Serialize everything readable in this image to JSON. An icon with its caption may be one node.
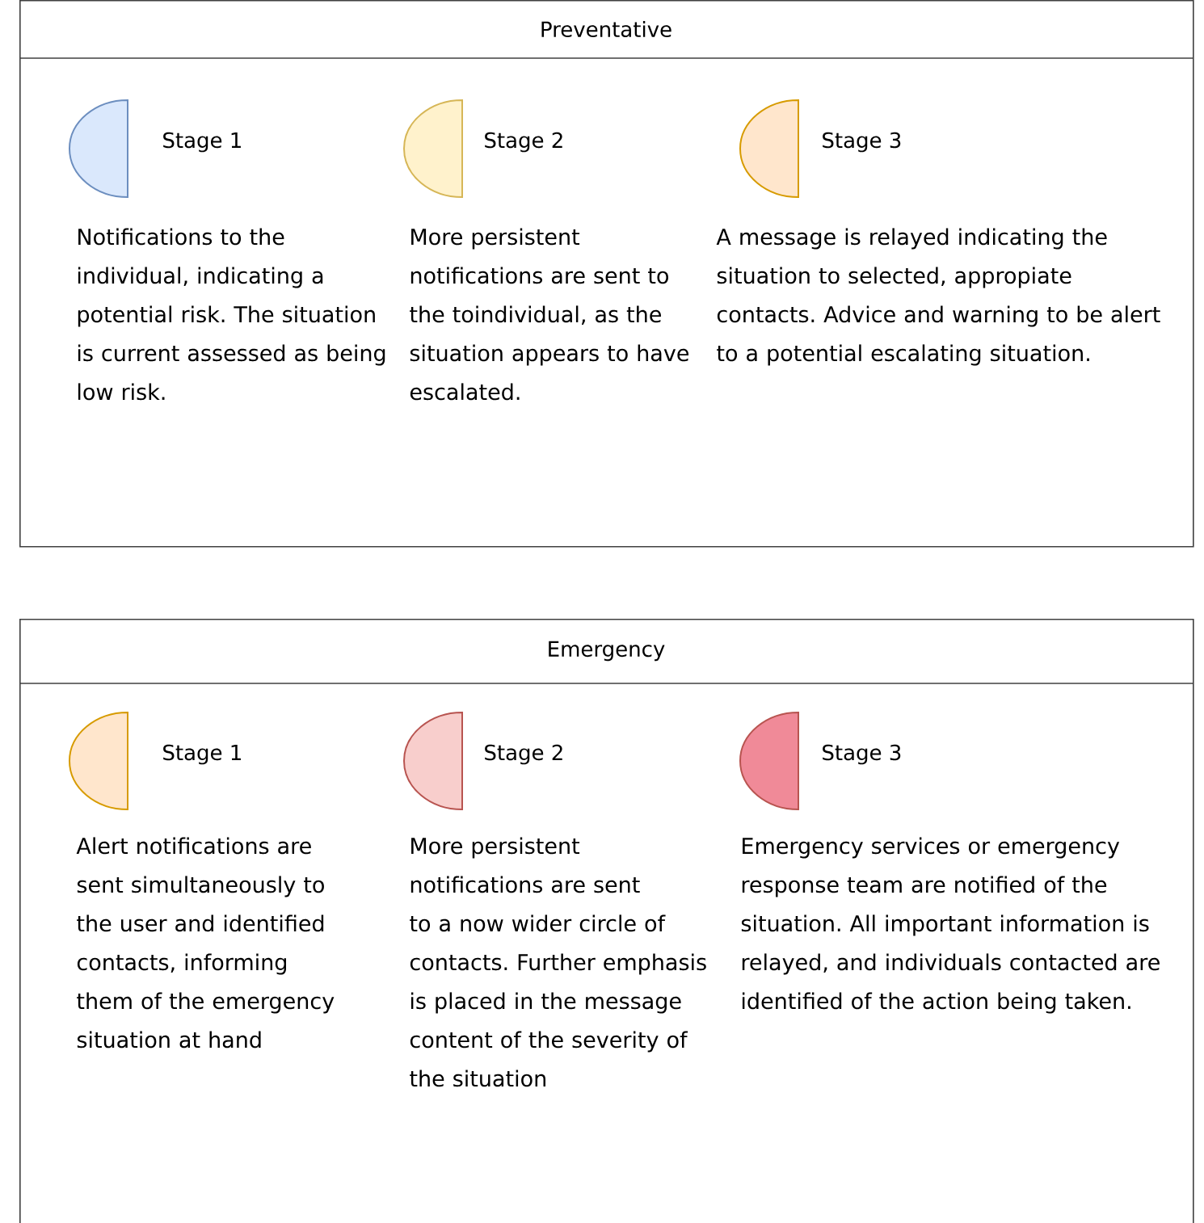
{
  "diagram": {
    "nodes": [
      {
        "text": [
          "Preventative"
        ]
      },
      {
        "text": [],
        "shape": "half-circle",
        "in": 0,
        "beside": [
          "Stage 1",
          "Notifications to the individual, indicating a potential risk. The situation is current assessed as being low risk."
        ]
      },
      {
        "text": [],
        "shape": "half-circle",
        "in": 0,
        "beside": [
          "Stage 2",
          "More persistent notifications are sent to the toindividual, as the situation appears to have escalated."
        ]
      },
      {
        "text": [],
        "shape": "half-circle",
        "in": 0,
        "beside": [
          "Stage 3",
          "A message is relayed indicating the situation to selected, appropiate contacts. Advice and warning to be alert to a potential escalating situation."
        ]
      },
      {
        "text": [
          "Emergency"
        ]
      },
      {
        "text": [],
        "shape": "half-circle",
        "in": 4,
        "beside": [
          "Stage 1",
          "Alert notifications are sent simultaneously to the user and identified contacts, informing them of the emergency situation at hand"
        ]
      },
      {
        "text": [],
        "shape": "half-circle",
        "in": 4,
        "beside": [
          "Stage 2",
          "More persistent notifications are sent to a now wider circle of contacts. Further emphasis is placed in the message content of the severity of the situation"
        ]
      },
      {
        "text": [],
        "shape": "half-circle",
        "in": 4,
        "beside": [
          "Stage 3",
          "Emergency services or emergency response team are notified of the situation. All important information is relayed, and individuals contacted are identified of the action being taken."
        ]
      }
    ]
  }
}
